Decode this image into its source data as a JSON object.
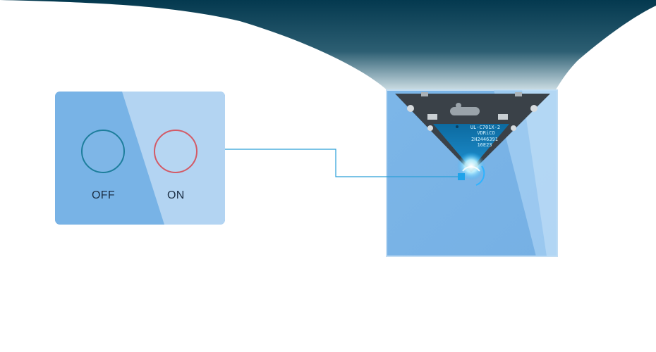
{
  "touch_panel": {
    "off_label": "OFF",
    "on_label": "ON"
  },
  "circuit_board": {
    "marking_line1": "UL-C701X-2",
    "marking_line2": "VDRiCO",
    "marking_line3": "2H2446391",
    "marking_line4": "16E23"
  },
  "colors": {
    "header_wave": "#053a55",
    "glass_blue": "#78b3e6",
    "connector_line": "#2a9fd8",
    "on_ring": "#d35a66",
    "off_ring": "#1d7e9c"
  }
}
